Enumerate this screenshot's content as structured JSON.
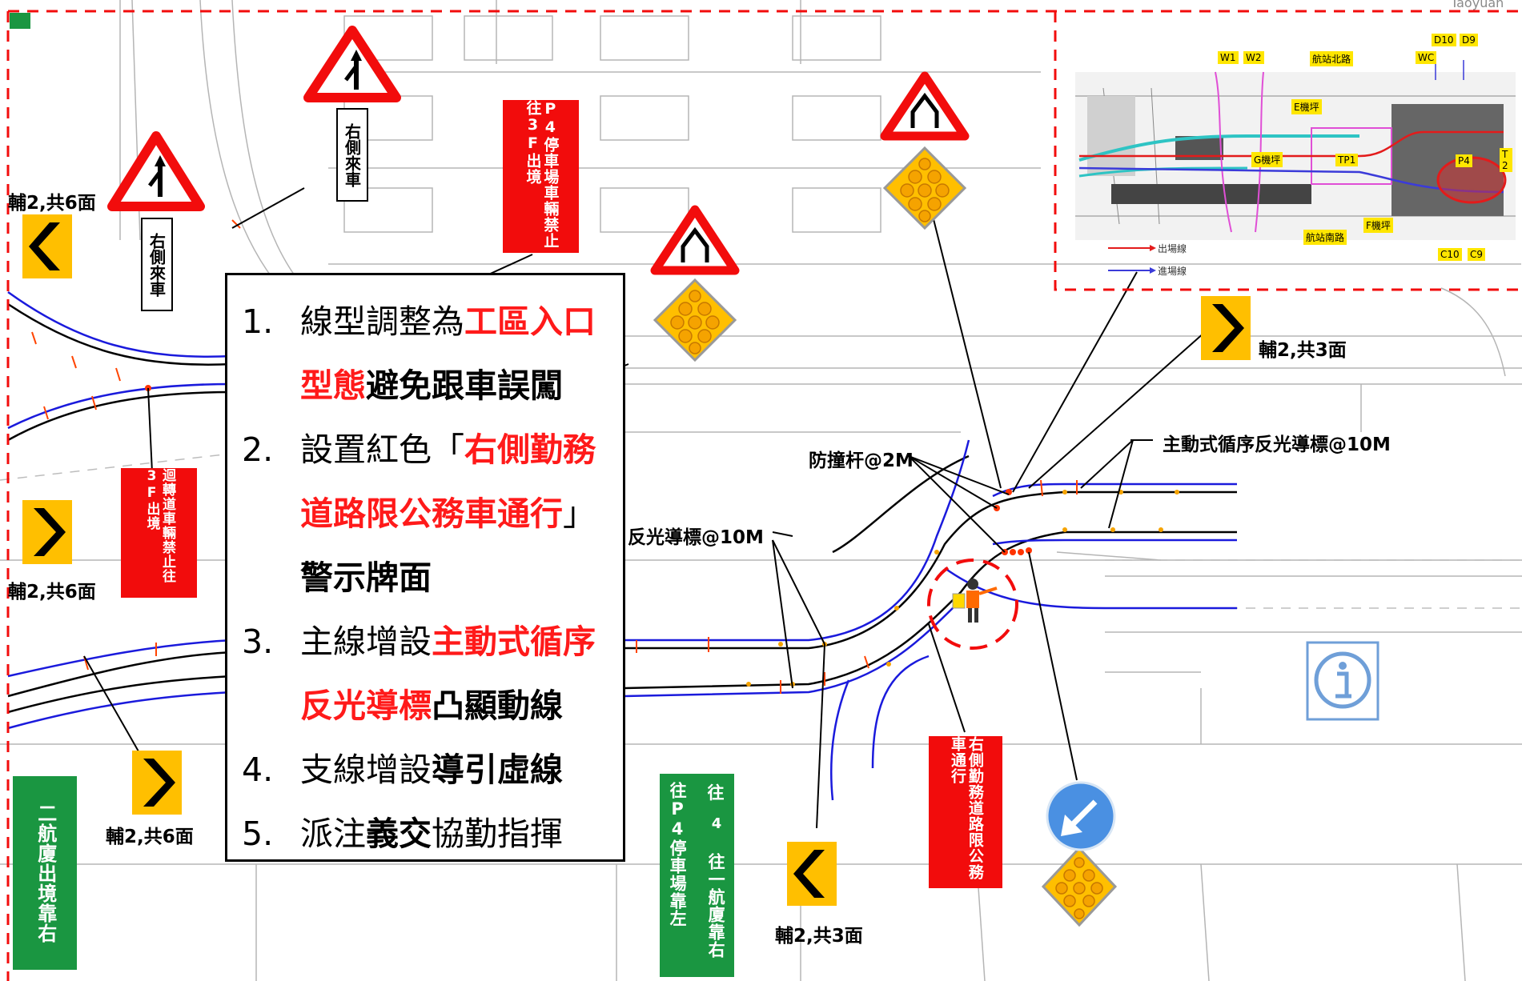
{
  "notes": {
    "n1_num": "1.",
    "n1_a": "線型調整為",
    "n1_b": "工區入口",
    "n1_c": "型態",
    "n1_d": "避免跟車誤闖",
    "n2_num": "2.",
    "n2_a": "設置紅色「",
    "n2_b": "右側勤務",
    "n2_c": "道路限公務車通行",
    "n2_d": "」",
    "n2_e": "警示牌面",
    "n3_num": "3.",
    "n3_a": "主線增設",
    "n3_b": "主動式循序",
    "n3_c": "反光導標",
    "n3_d": "凸顯動線",
    "n4_num": "4.",
    "n4_a": "支線增設",
    "n4_b": "導引虛線",
    "n5_num": "5.",
    "n5_a": "派注",
    "n5_b": "義交",
    "n5_c": "協勤指揮"
  },
  "signs": {
    "right_merge_1": "右側來車",
    "right_merge_2": "右側來車",
    "p4_forbid": "P4停車場車輛禁止往3F出境",
    "uturn_forbid": "迴轉道車輛禁止往3F出境",
    "service_road": "右側勤務道路限公務車通行",
    "terminal2_exit": "二航廈出境靠右",
    "p4_terminal1_col1": "往P4停車場靠左",
    "p4_terminal1_col2": "往一航廈靠右",
    "route_number": "4"
  },
  "labels": {
    "chevron_a": "輔2,共6面",
    "chevron_b": "輔2,共6面",
    "chevron_c": "輔2,共6面",
    "chevron_d": "輔2,共3面",
    "chevron_e": "輔2,共3面",
    "bollard": "防撞杆@2M",
    "active_marker": "主動式循序反光導標@10M",
    "reflector": "反光導標@10M"
  },
  "inset": {
    "w1": "W1",
    "w2": "W2",
    "north_road": "航站北路",
    "wc": "WC",
    "d10": "D10",
    "d9": "D9",
    "e_apron": "E機坪",
    "g_apron": "G機坪",
    "tp1": "TP1",
    "p4": "P4",
    "t2": "T2",
    "f_apron": "F機坪",
    "south_road": "航站南路",
    "c10": "C10",
    "c9": "C9",
    "legend_exit": "出場線",
    "legend_entry": "進場線"
  },
  "corner_text": "Taoyuan",
  "colors": {
    "red": "#f20c0c",
    "green": "#1a9641",
    "chevron_yellow": "#ffbf00",
    "blue_line": "#1a1adc",
    "orange_marker": "#f5a300"
  }
}
